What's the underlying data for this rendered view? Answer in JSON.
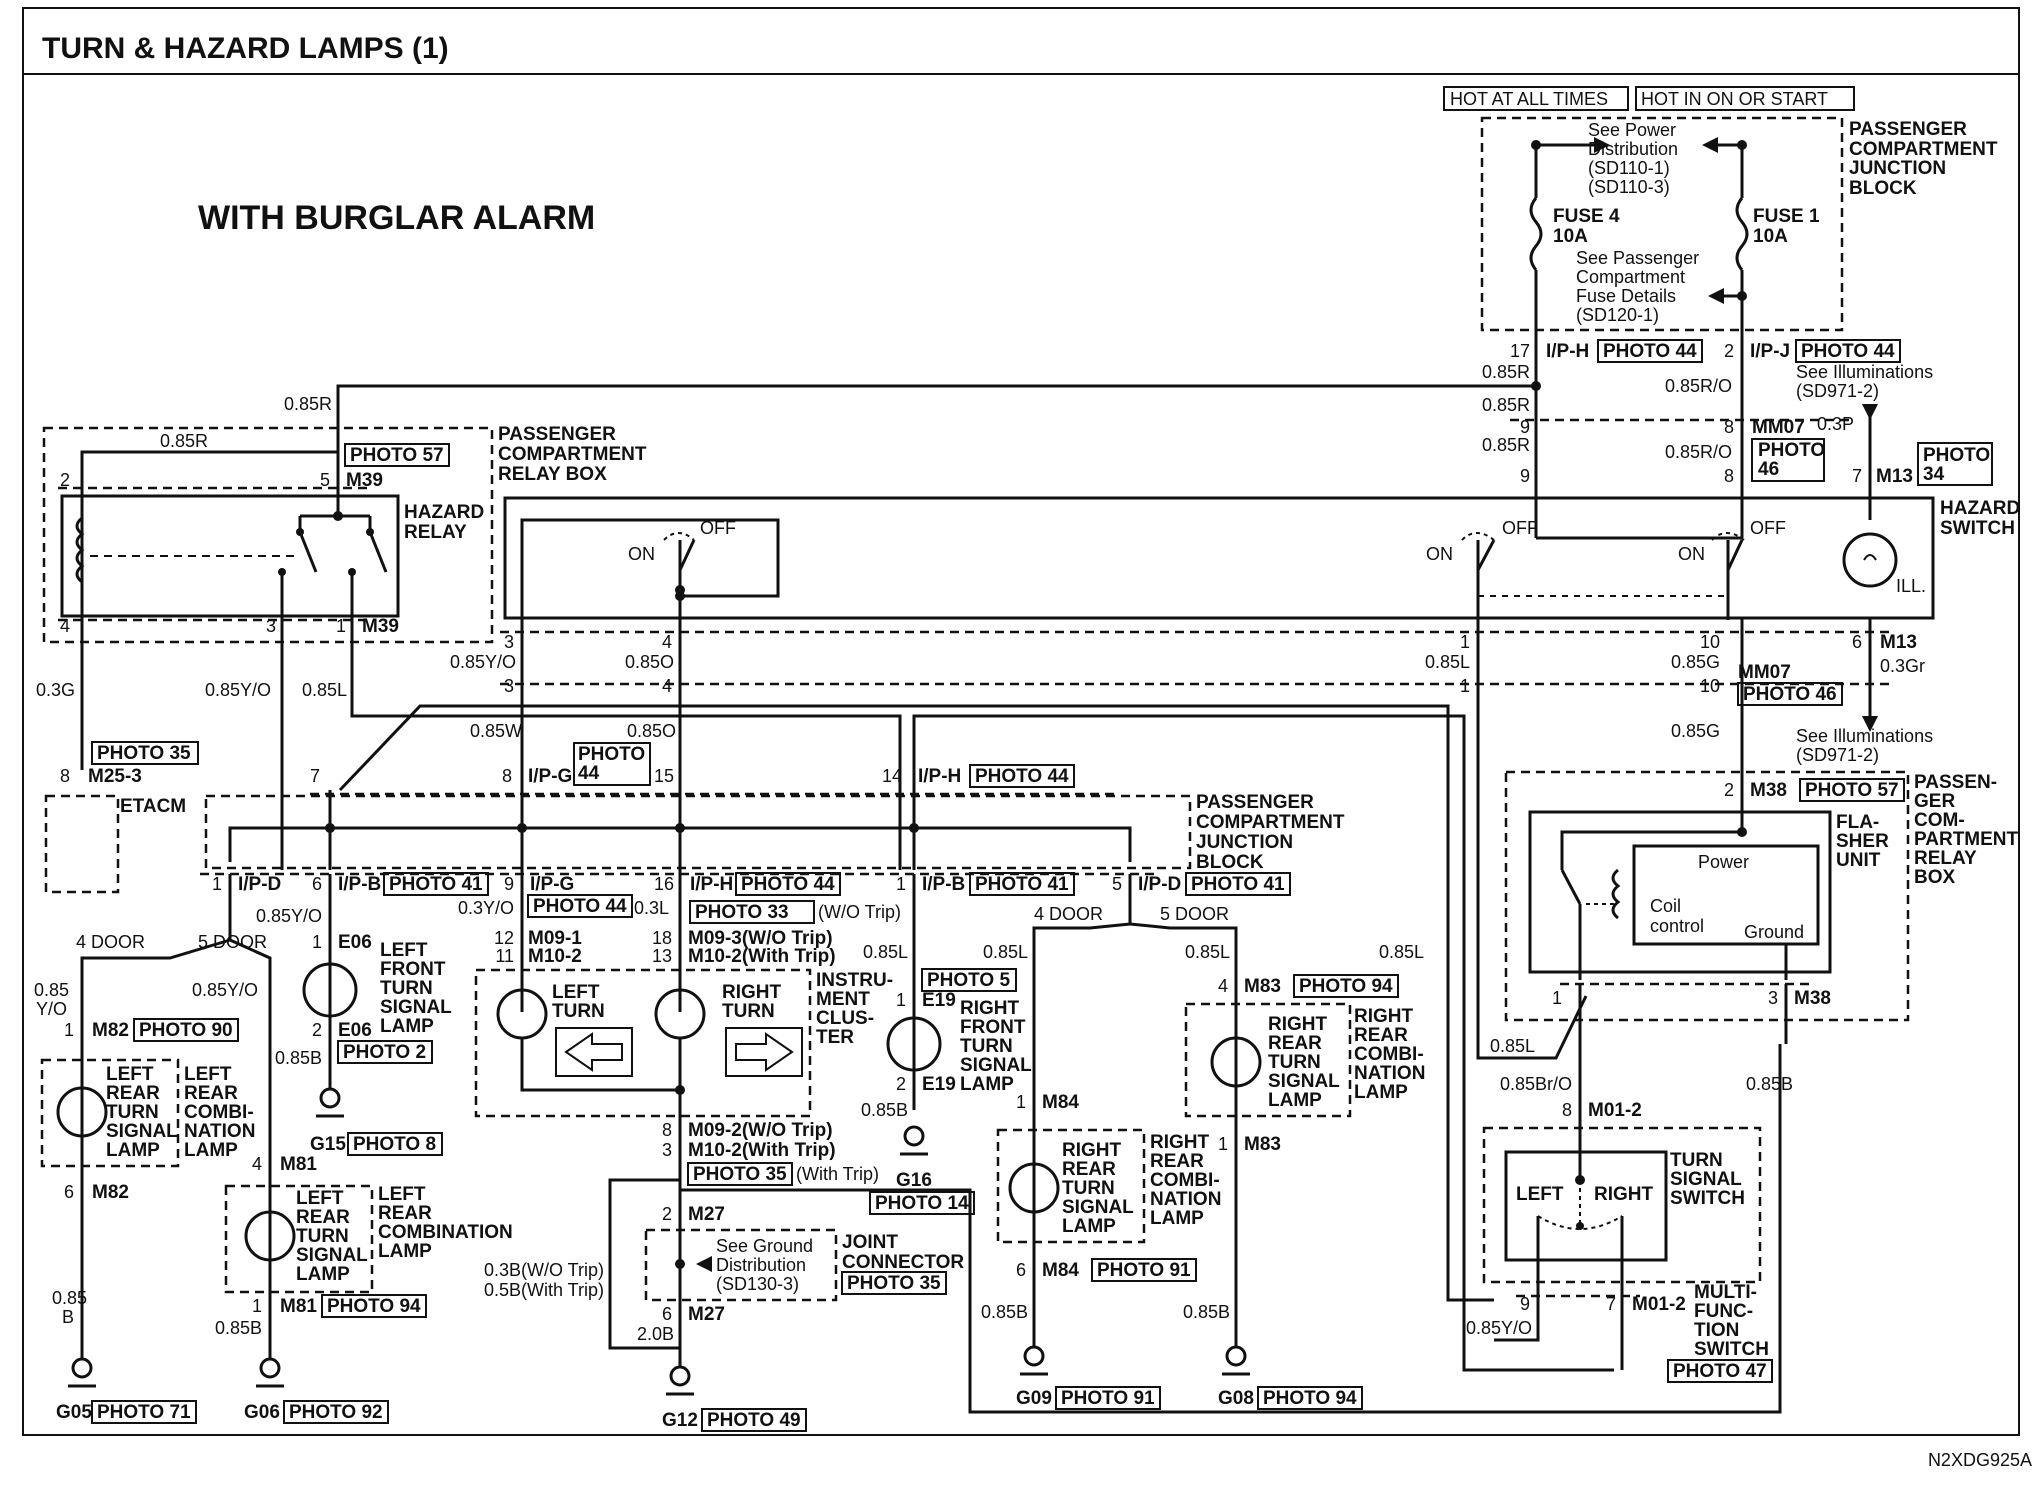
{
  "title": "TURN & HAZARD LAMPS (1)",
  "subtitle": "WITH BURGLAR ALARM",
  "code": "N2XDG925A",
  "supply": {
    "hot_all": "HOT AT ALL TIMES",
    "hot_on": "HOT IN ON OR START",
    "pcjb": [
      "PASSENGER",
      "COMPARTMENT",
      "JUNCTION",
      "BLOCK"
    ],
    "see_power": [
      "See Power",
      "Distribution",
      "(SD110-1)",
      "(SD110-3)"
    ],
    "fuse4": [
      "FUSE 4",
      "10A"
    ],
    "fuse1": [
      "FUSE 1",
      "10A"
    ],
    "see_fuse": [
      "See Passenger",
      "Compartment",
      "Fuse Details",
      "(SD120-1)"
    ],
    "see_illum": [
      "See Illuminations",
      "(SD971-2)"
    ]
  },
  "connectors": {
    "c17": "17",
    "iph": "I/P-H",
    "p44": "PHOTO 44",
    "c2": "2",
    "ipj": "I/P-J",
    "w085r": "0.85R",
    "w085ro": "0.85R/O",
    "w03p": "0.3P",
    "c9": "9",
    "c8": "8",
    "c7": "7",
    "mm07": "MM07",
    "m13": "M13",
    "photo": "PHOTO",
    "n46": "46",
    "n34": "34"
  },
  "relay": {
    "label": [
      "PASSENGER",
      "COMPARTMENT",
      "RELAY BOX"
    ],
    "hazard": [
      "HAZARD",
      "RELAY"
    ],
    "w085r": "0.85R",
    "photo": "PHOTO 57",
    "m39": "M39",
    "c2": "2",
    "c5": "5",
    "c4": "4",
    "c3": "3",
    "c1": "1"
  },
  "switch": {
    "label": [
      "HAZARD",
      "SWITCH"
    ],
    "on": "ON",
    "off": "OFF",
    "ill": "ILL."
  },
  "mid": {
    "c3": "3",
    "c4": "4",
    "c1": "1",
    "c10": "10",
    "c6": "6",
    "w03g": "0.3G",
    "w085yo": "0.85Y/O",
    "w085l": "0.85L",
    "w085o": "0.85O",
    "w085g": "0.85G",
    "w03gr": "0.3Gr",
    "mm07": "MM07",
    "p46": "PHOTO 46",
    "m13": "M13",
    "w085w": "0.85W",
    "w085o2": "0.85O"
  },
  "etacm": {
    "p35": "PHOTO 35",
    "c8": "8",
    "m253": "M25-3",
    "label": "ETACM"
  },
  "jb2": {
    "label": [
      "PASSENGER",
      "COMPARTMENT",
      "JUNCTION",
      "BLOCK"
    ],
    "c7": "7",
    "c8": "8",
    "ipg": "I/P-G",
    "photo": "PHOTO",
    "n44": "44",
    "c15": "15",
    "c14": "14",
    "iph": "I/P-H",
    "p44": "PHOTO 44",
    "c1": "1",
    "ipd": "I/P-D",
    "c6": "6",
    "ipb": "I/P-B",
    "p41": "PHOTO 41",
    "c9": "9",
    "c16": "16",
    "c5": "5"
  },
  "lamps": {
    "w085yo": "0.85Y/O",
    "w03yo": "0.3Y/O",
    "w03l": "0.3L",
    "p33": "PHOTO 33",
    "wo_trip": "(W/O Trip)",
    "with_trip": "(With Trip)",
    "c4door": "4 DOOR",
    "c5door": "5 DOOR",
    "w085": "0.85",
    "yo": "Y/O",
    "b": "B",
    "c1": "1",
    "c2": "2",
    "c4": "4",
    "c6": "6",
    "c12": "12",
    "c11": "11",
    "c18": "18",
    "c13": "13",
    "m82": "M82",
    "p90": "PHOTO 90",
    "m81": "M81",
    "p94": "PHOTO 94",
    "e06": "E06",
    "p2": "PHOTO 2",
    "w085b": "0.85B",
    "g15": "G15",
    "p8": "PHOTO 8",
    "m091": "M09-1",
    "m102": "M10-2",
    "m093": "M09-3(W/O Trip)",
    "m102t": "M10-2(With Trip)",
    "left_turn": [
      "LEFT",
      "TURN"
    ],
    "right_turn": [
      "RIGHT",
      "TURN"
    ],
    "cluster": [
      "INSTRU-",
      "MENT",
      "CLUS-",
      "TER"
    ],
    "lfts": [
      "LEFT",
      "FRONT",
      "TURN",
      "SIGNAL",
      "LAMP"
    ],
    "lrts": [
      "LEFT",
      "REAR",
      "TURN",
      "SIGNAL",
      "LAMP"
    ],
    "lrcl": [
      "LEFT",
      "REAR",
      "COMBI-",
      "NATION",
      "LAMP"
    ],
    "lrcl2": [
      "LEFT",
      "REAR",
      "COMBINATION",
      "LAMP"
    ],
    "g05": "G05",
    "p71": "PHOTO 71",
    "g06": "G06",
    "p92": "PHOTO 92",
    "c3": "3",
    "c8": "8",
    "m092": "M09-2(W/O Trip)",
    "m102w": "M10-2(With Trip)",
    "p35": "PHOTO 35",
    "m27": "M27",
    "see_ground": [
      "See Ground",
      "Distribution",
      "(SD130-3)"
    ],
    "joint": [
      "JOINT",
      "CONNECTOR"
    ],
    "w03bwo": "0.3B(W/O Trip)",
    "w05bw": "0.5B(With Trip)",
    "w20b": "2.0B",
    "g12": "G12",
    "p49": "PHOTO 49",
    "w085l": "0.85L",
    "p5": "PHOTO 5",
    "e19": "E19",
    "g16": "G16",
    "p14": "PHOTO 14",
    "rfts": [
      "RIGHT",
      "FRONT",
      "TURN",
      "SIGNAL",
      "LAMP"
    ],
    "rrts": [
      "RIGHT",
      "REAR",
      "TURN",
      "SIGNAL",
      "LAMP"
    ],
    "rrcl": [
      "RIGHT",
      "REAR",
      "COMBI-",
      "NATION",
      "LAMP"
    ],
    "m84": "M84",
    "p91": "PHOTO 91",
    "m83": "M83",
    "p94b": "PHOTO 94",
    "g09": "G09",
    "g08": "G08"
  },
  "flasher": {
    "c2": "2",
    "m38": "M38",
    "p57": "PHOTO 57",
    "label": [
      "FLA-",
      "SHER",
      "UNIT"
    ],
    "relay": [
      "PASSEN-",
      "GER",
      "COM-",
      "PARTMENT",
      "RELAY",
      "BOX"
    ],
    "power": "Power",
    "coil": [
      "Coil",
      "control"
    ],
    "ground": "Ground",
    "c1": "1",
    "c3": "3",
    "w085l": "0.85L",
    "w085bro": "0.85Br/O",
    "w085b": "0.85B",
    "m012": "M01-2",
    "left": "LEFT",
    "right": "RIGHT",
    "tss": [
      "TURN",
      "SIGNAL",
      "SWITCH"
    ],
    "mfs": [
      "MULTI-",
      "FUNC-",
      "TION",
      "SWITCH"
    ],
    "c9": "9",
    "c7": "7",
    "w085yo": "0.85Y/O",
    "p47": "PHOTO 47"
  }
}
